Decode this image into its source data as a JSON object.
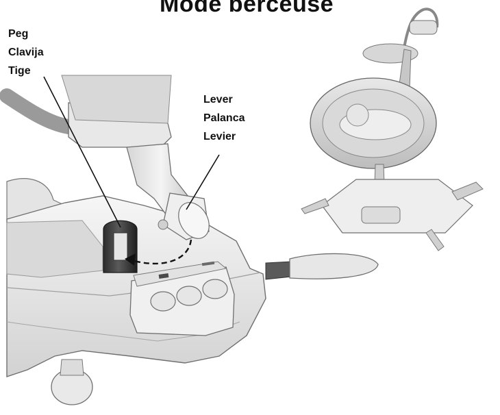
{
  "header": {
    "title": "Mode berceuse"
  },
  "callouts": {
    "peg": {
      "lines": [
        "Peg",
        "Clavija",
        "Tige"
      ]
    },
    "lever": {
      "lines": [
        "Lever",
        "Palanca",
        "Levier"
      ]
    }
  },
  "colors": {
    "ink": "#111111",
    "plastic_light": "#efefef",
    "plastic_mid": "#cfcfcf",
    "plastic_dark": "#8f8f8f",
    "peg_dark": "#3a3a3a"
  }
}
